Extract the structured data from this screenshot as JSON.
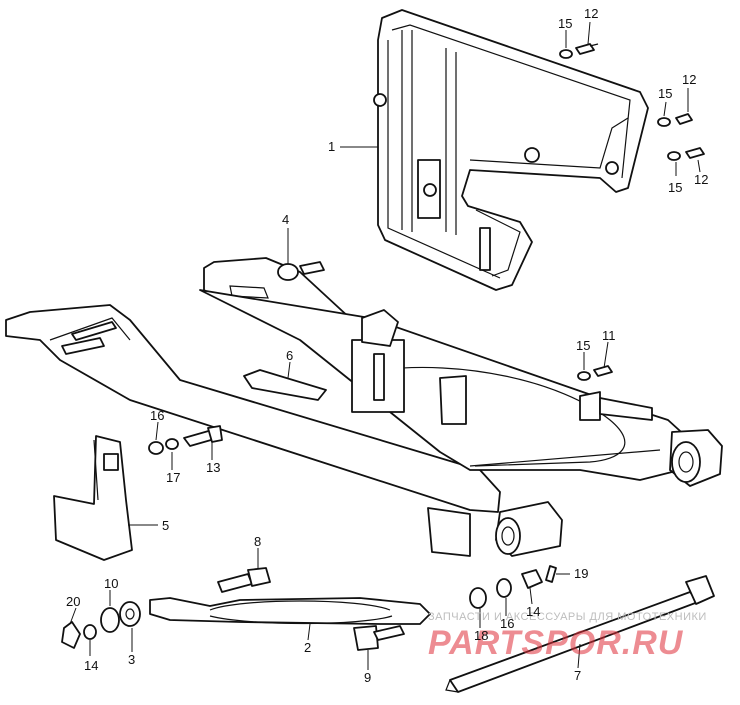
{
  "callouts": {
    "c1": "1",
    "c2": "2",
    "c3": "3",
    "c4": "4",
    "c5": "5",
    "c6": "6",
    "c7": "7",
    "c8": "8",
    "c9": "9",
    "c10": "10",
    "c11": "11",
    "c12a": "12",
    "c12b": "12",
    "c12c": "12",
    "c13": "13",
    "c14a": "14",
    "c14b": "14",
    "c15a": "15",
    "c15b": "15",
    "c15c": "15",
    "c15d": "15",
    "c16a": "16",
    "c16b": "16",
    "c17": "17",
    "c18": "18",
    "c19": "19",
    "c20": "20"
  },
  "watermark": {
    "tagline": "ЗАПЧАСТИ И АКСЕССУАРЫ ДЛЯ МОТОТЕХНИКИ",
    "logo": "PARTSPOR.RU"
  },
  "colors": {
    "line": "#111111",
    "watermark_red": "#e0303a",
    "watermark_gray": "#bdbdbd"
  }
}
